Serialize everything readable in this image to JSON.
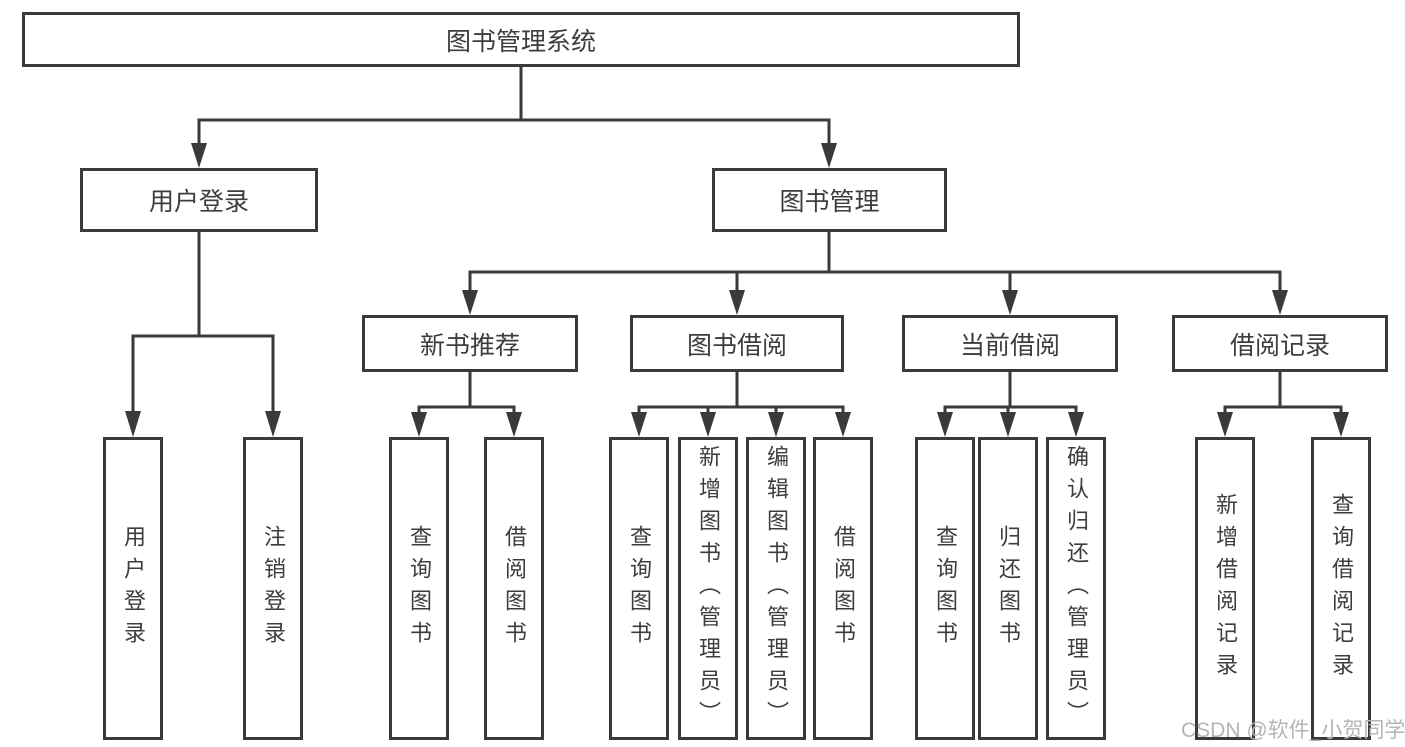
{
  "colors": {
    "line": "#3a3a3a",
    "text": "#3d3d3d",
    "watermark": "#b5b5b5",
    "background": "#ffffff"
  },
  "watermark": "CSDN @软件_小贺同学",
  "tree": {
    "root": {
      "label": "图书管理系统"
    },
    "branches": [
      {
        "label": "用户登录",
        "children": [
          "用户登录",
          "注销登录"
        ]
      },
      {
        "label": "图书管理",
        "sub_branches": [
          {
            "label": "新书推荐",
            "children": [
              "查询图书",
              "借阅图书"
            ]
          },
          {
            "label": "图书借阅",
            "children": [
              "查询图书",
              "新增图书（管理员）",
              "编辑图书（管理员）",
              "借阅图书"
            ]
          },
          {
            "label": "当前借阅",
            "children": [
              "查询图书",
              "归还图书",
              "确认归还（管理员）"
            ]
          },
          {
            "label": "借阅记录",
            "children": [
              "新增借阅记录",
              "查询借阅记录"
            ]
          }
        ]
      }
    ]
  }
}
